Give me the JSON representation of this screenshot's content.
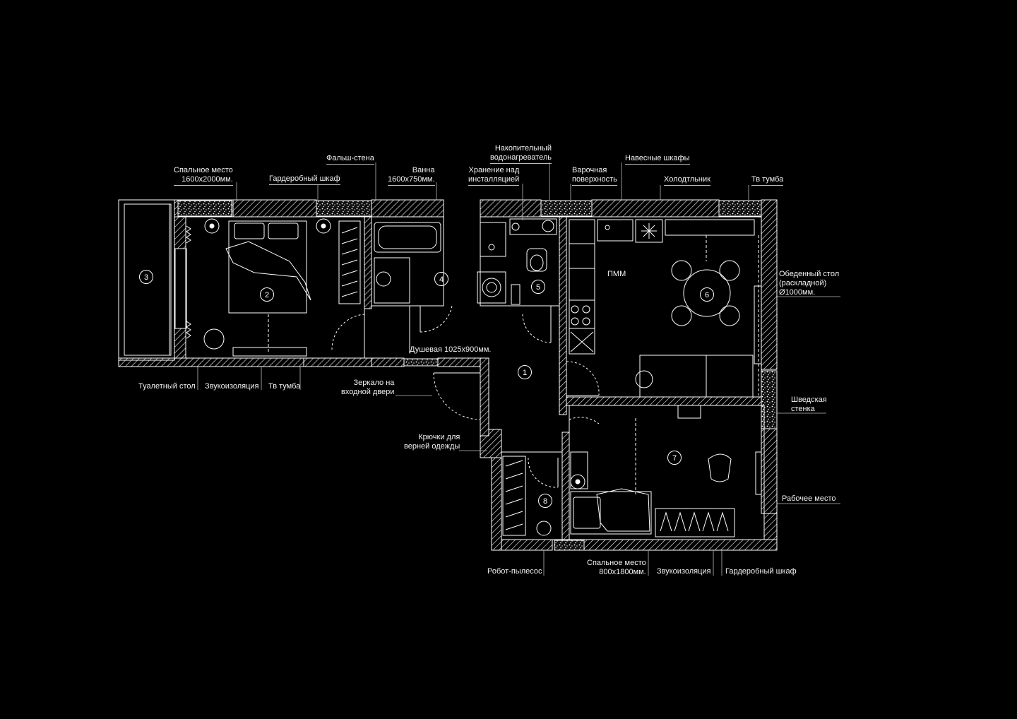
{
  "annotations": {
    "sleeping_place_main": "Спальное место\n1600х2000мм.",
    "wardrobe_top": "Гардеробный шкаф",
    "false_wall": "Фальш-стена",
    "bathtub": "Ванна\n1600х750мм.",
    "water_heater": "Накопительный\nводонагреватель",
    "storage_installation": "Хранение над\nинсталляцией",
    "hob": "Варочная\nповерхность",
    "wall_cabinets": "Навесные шкафы",
    "fridge": "Холодтльник",
    "tv_stand_top": "Тв тумба",
    "dishwasher": "ПММ",
    "dining_table": "Обеденный стол\n(раскладной)\nØ1000мм.",
    "swedish_wall": "Шведская\nстенка",
    "workplace": "Рабочее место",
    "dressing_table": "Туалетный стол",
    "soundproofing_left": "Звукоизоляция",
    "tv_stand_bottom": "Тв тумба",
    "shower": "Душевая 1025х900мм.",
    "mirror_door": "Зеркало на\nвходной двери",
    "hooks": "Крючки для\nверней одежды",
    "robot_vacuum": "Робот-пылесос",
    "sleeping_place_kid": "Спальное место\n800х1800мм.",
    "soundproofing_bottom": "Звукоизоляция",
    "wardrobe_bottom": "Гардеробный шкаф"
  },
  "rooms": [
    "1",
    "2",
    "3",
    "4",
    "5",
    "6",
    "7",
    "8"
  ],
  "colors": {
    "background": "#000000",
    "lines": "#ffffff"
  }
}
